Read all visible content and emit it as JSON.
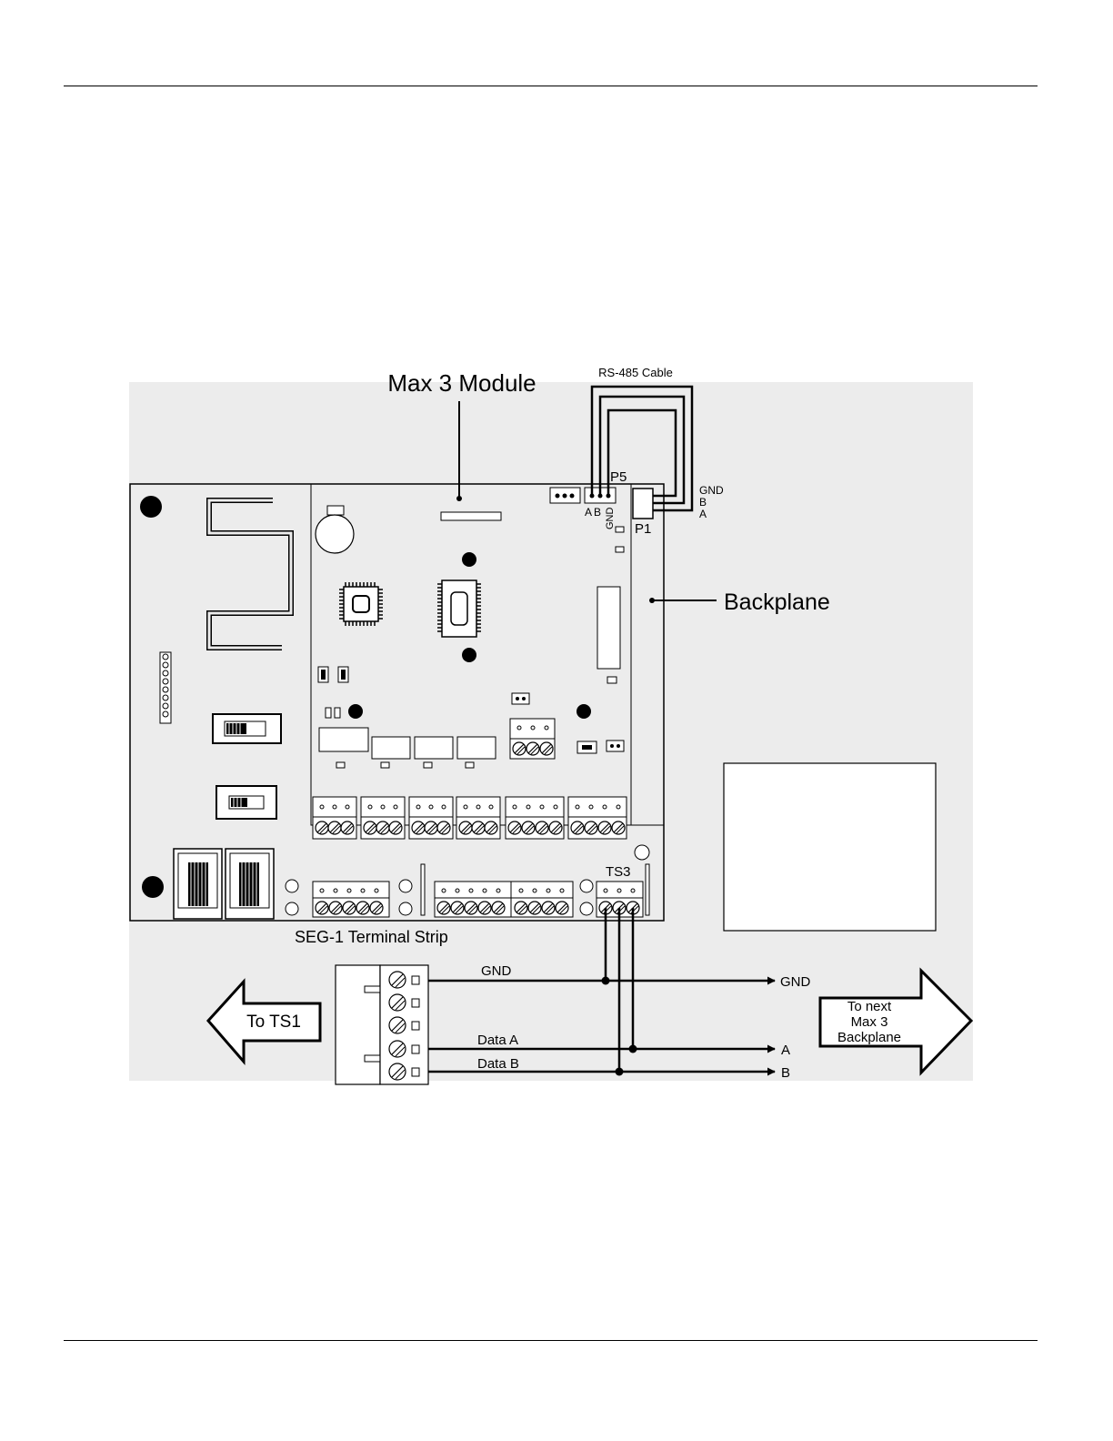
{
  "labels": {
    "module": "Max 3 Module",
    "cable": "RS-485 Cable",
    "p5": "P5",
    "p1": "P1",
    "p5_pin_a": "A",
    "p5_pin_b": "B",
    "p5_pin_gnd": "GND",
    "p1_gnd": "GND",
    "p1_b": "B",
    "p1_a": "A",
    "backplane": "Backplane",
    "ts3": "TS3",
    "terminal_strip": "SEG-1 Terminal Strip",
    "wire_gnd": "GND",
    "wire_data_a": "Data A",
    "wire_data_b": "Data B",
    "out_gnd": "GND",
    "out_a": "A",
    "out_b": "B",
    "to_ts1": "To TS1",
    "to_next_line1": "To next",
    "to_next_line2": "Max 3",
    "to_next_line3": "Backplane"
  },
  "colors": {
    "background": "#ffffff",
    "panel": "#ececec",
    "line": "#000000"
  },
  "icons": {
    "left_arrow": "arrow-left-icon",
    "right_arrow": "arrow-right-icon"
  }
}
